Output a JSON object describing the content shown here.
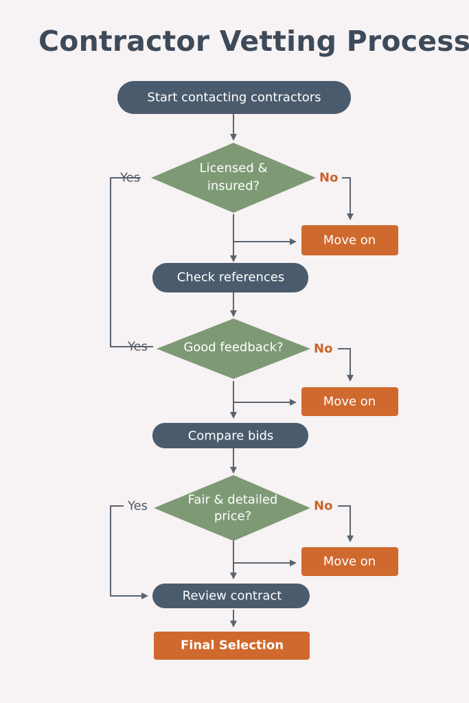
{
  "title": "Contractor Vetting Process",
  "colors": {
    "background": "#f7f2f3",
    "process": "#4b5b6e",
    "decision": "#7e9a75",
    "terminal": "#d0692e",
    "no_label": "#c9652b",
    "yes_label": "#4e5966",
    "edge": "#5a6370"
  },
  "nodes": {
    "start": "Start contacting contractors",
    "q1": [
      "Licensed &",
      "insured?"
    ],
    "move1": "Move on",
    "check_refs": "Check references",
    "q2": [
      "Good feedback?"
    ],
    "move2": "Move on",
    "compare": "Compare bids",
    "q3": [
      "Fair & detailed",
      "price?"
    ],
    "move3": "Move on",
    "review": "Review contract",
    "final": "Final Selection"
  },
  "labels": {
    "yes": "Yes",
    "no": "No"
  }
}
